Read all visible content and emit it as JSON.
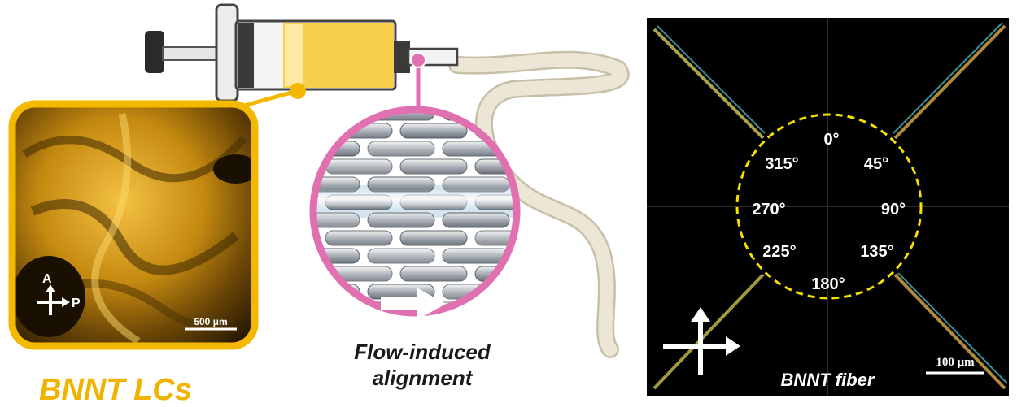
{
  "left_panel": {
    "polarizer_labels": {
      "analyzer": "A",
      "polarizer": "P"
    },
    "scale_bar": "500 μm",
    "caption": "BNNT LCs",
    "caption_color": "#f0b400",
    "frame_color": "#f5b800"
  },
  "middle_panel": {
    "caption_line1": "Flow-induced",
    "caption_line2": "alignment",
    "frame_color": "#e070b0"
  },
  "right_panel": {
    "angles": {
      "a0": "0°",
      "a45": "45°",
      "a90": "90°",
      "a135": "135°",
      "a180": "180°",
      "a225": "225°",
      "a270": "270°",
      "a315": "315°"
    },
    "scale_bar": "100 μm",
    "caption": "BNNT fiber",
    "circle_color": "#f5e000"
  },
  "colors": {
    "syringe_liquid": "#f7cf4a",
    "fiber": "#ece6d6",
    "panel_background": "#000000"
  }
}
